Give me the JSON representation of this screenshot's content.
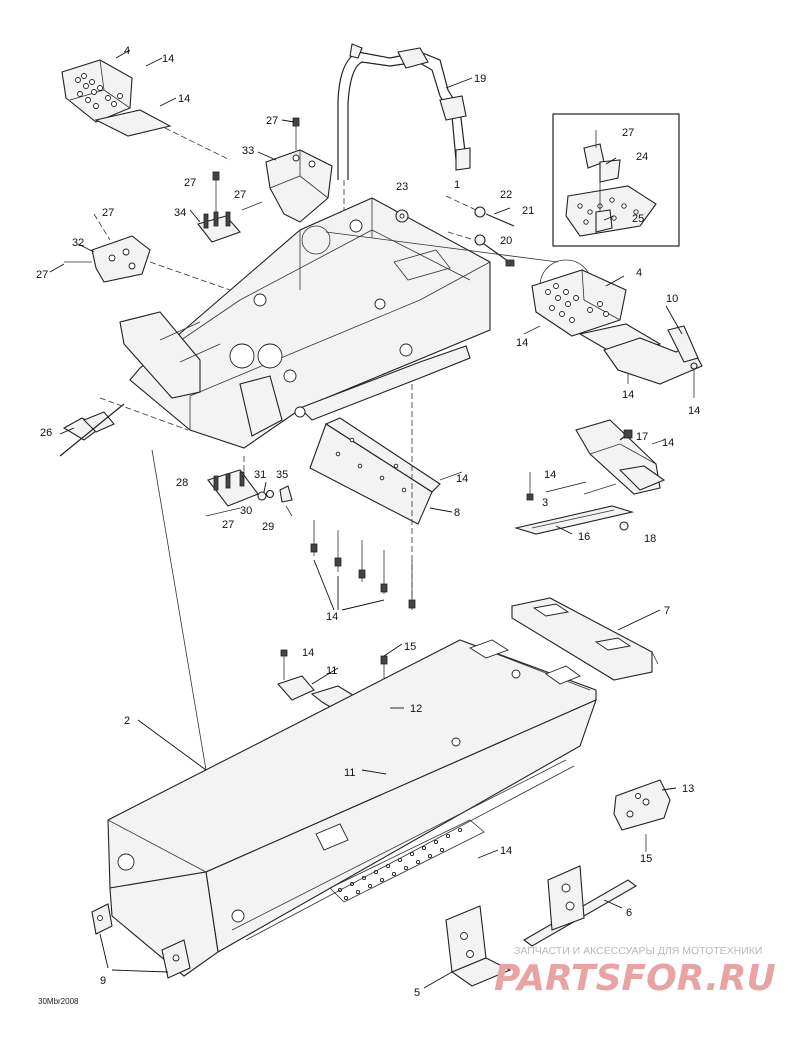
{
  "callouts": [
    {
      "id": "c4a",
      "text": "4"
    },
    {
      "id": "c14a",
      "text": "14"
    },
    {
      "id": "c14b",
      "text": "14"
    },
    {
      "id": "c19",
      "text": "19"
    },
    {
      "id": "c27a",
      "text": "27"
    },
    {
      "id": "c33",
      "text": "33"
    },
    {
      "id": "c27b",
      "text": "27"
    },
    {
      "id": "c27c",
      "text": "27"
    },
    {
      "id": "c34",
      "text": "34"
    },
    {
      "id": "c27d",
      "text": "27"
    },
    {
      "id": "c32",
      "text": "32"
    },
    {
      "id": "c27e",
      "text": "27"
    },
    {
      "id": "c23",
      "text": "23"
    },
    {
      "id": "c1",
      "text": "1"
    },
    {
      "id": "c22",
      "text": "22"
    },
    {
      "id": "c21",
      "text": "21"
    },
    {
      "id": "c20",
      "text": "20"
    },
    {
      "id": "c27f",
      "text": "27"
    },
    {
      "id": "c24",
      "text": "24"
    },
    {
      "id": "c25",
      "text": "25"
    },
    {
      "id": "c4b",
      "text": "4"
    },
    {
      "id": "c10",
      "text": "10"
    },
    {
      "id": "c14c",
      "text": "14"
    },
    {
      "id": "c14d",
      "text": "14"
    },
    {
      "id": "c14e",
      "text": "14"
    },
    {
      "id": "c26",
      "text": "26"
    },
    {
      "id": "c17",
      "text": "17"
    },
    {
      "id": "c14f",
      "text": "14"
    },
    {
      "id": "c3",
      "text": "3"
    },
    {
      "id": "c14g",
      "text": "14"
    },
    {
      "id": "c16",
      "text": "16"
    },
    {
      "id": "c18",
      "text": "18"
    },
    {
      "id": "c28",
      "text": "28"
    },
    {
      "id": "c31",
      "text": "31"
    },
    {
      "id": "c35",
      "text": "35"
    },
    {
      "id": "c30",
      "text": "30"
    },
    {
      "id": "c27g",
      "text": "27"
    },
    {
      "id": "c29",
      "text": "29"
    },
    {
      "id": "c14h",
      "text": "14"
    },
    {
      "id": "c8",
      "text": "8"
    },
    {
      "id": "c14i",
      "text": "14"
    },
    {
      "id": "c7",
      "text": "7"
    },
    {
      "id": "c14j",
      "text": "14"
    },
    {
      "id": "c15a",
      "text": "15"
    },
    {
      "id": "c11a",
      "text": "11"
    },
    {
      "id": "c12",
      "text": "12"
    },
    {
      "id": "c2",
      "text": "2"
    },
    {
      "id": "c11b",
      "text": "11"
    },
    {
      "id": "c13",
      "text": "13"
    },
    {
      "id": "c14k",
      "text": "14"
    },
    {
      "id": "c15b",
      "text": "15"
    },
    {
      "id": "c6",
      "text": "6"
    },
    {
      "id": "c9",
      "text": "9"
    },
    {
      "id": "c5",
      "text": "5"
    }
  ],
  "figure_code": "30Mbr2008",
  "watermark": {
    "subtitle": "ЗАПЧАСТИ И АКСЕССУАРЫ ДЛЯ МОТОТЕХНИКИ",
    "brand": "PARTSFOR.RU",
    "color": "#e05555"
  }
}
